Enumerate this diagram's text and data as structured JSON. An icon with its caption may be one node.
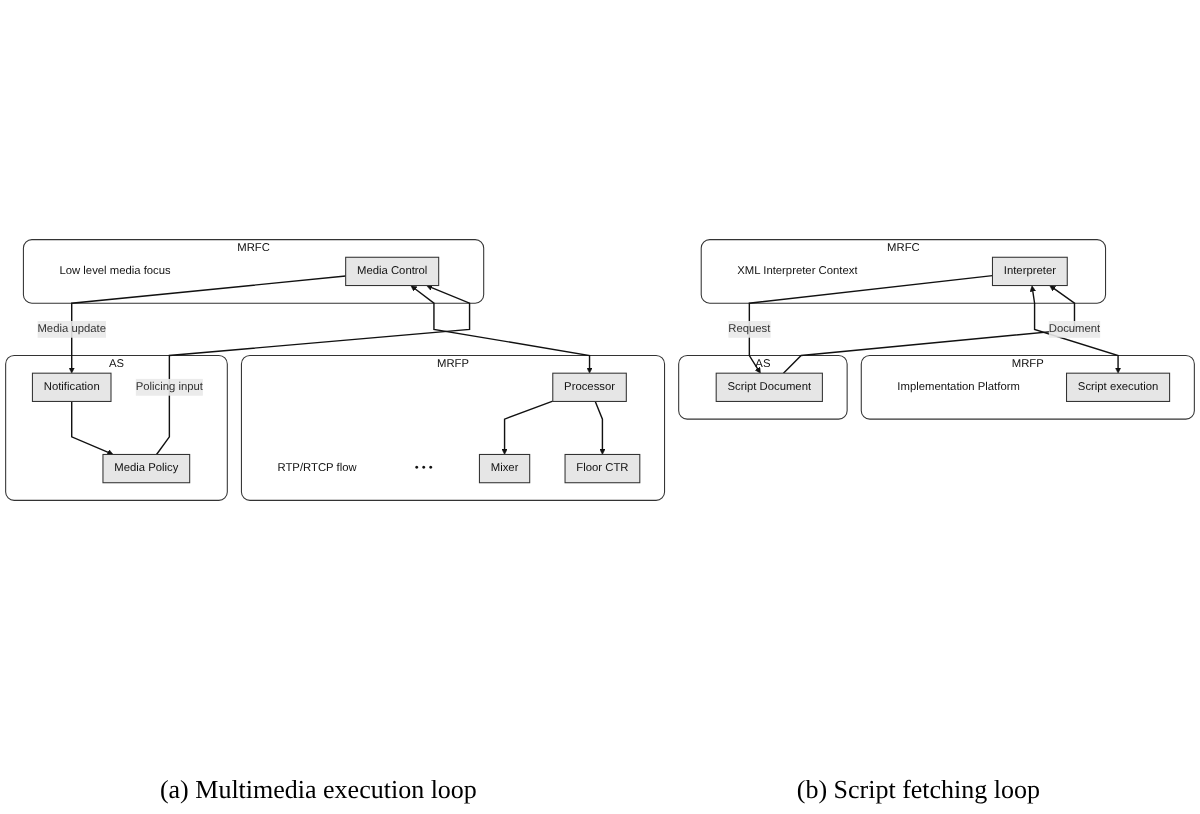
{
  "diagram": {
    "nodes": [
      {
        "text": [
          "AS"
        ]
      },
      {
        "text": [
          "Notification"
        ],
        "in": 0
      },
      {
        "text": [
          "Media Policy"
        ],
        "in": 0
      },
      {
        "text": [
          "MRFC",
          "Low level media focus"
        ]
      },
      {
        "text": [
          "Media Control"
        ],
        "in": 3
      },
      {
        "text": [
          "MRFP",
          "RTP/RTCP flow",
          "• • •"
        ]
      },
      {
        "text": [
          "Processor"
        ],
        "in": 5
      },
      {
        "text": [
          "Mixer"
        ],
        "in": 5
      },
      {
        "text": [
          "Floor CTR"
        ],
        "in": 5
      },
      {
        "text": [
          "AS"
        ]
      },
      {
        "text": [
          "Script Document"
        ],
        "in": 9
      },
      {
        "text": [
          "MRFC",
          "XML Interpreter Context"
        ]
      },
      {
        "text": [
          "Interpreter"
        ],
        "in": 11
      },
      {
        "text": [
          "MRFP",
          "Implementation Platform"
        ]
      },
      {
        "text": [
          "Script execution"
        ],
        "in": 13
      }
    ],
    "edges": [
      {
        "from": 1,
        "to": 2,
        "arrow": "to"
      },
      {
        "from": 2,
        "to": 4,
        "arrow": "to",
        "label": "Policing input"
      },
      {
        "from": 4,
        "to": 1,
        "arrow": "to",
        "label": "Media update"
      },
      {
        "from": 4,
        "to": 6,
        "arrow": "both"
      },
      {
        "from": 6,
        "to": 7,
        "arrow": "to"
      },
      {
        "from": 6,
        "to": 8,
        "arrow": "to"
      },
      {
        "from": 12,
        "to": 10,
        "arrow": "to",
        "label": "Request"
      },
      {
        "from": 10,
        "to": 12,
        "arrow": "to",
        "label": "Document"
      },
      {
        "from": 12,
        "to": 14,
        "arrow": "both"
      }
    ],
    "labels": [
      "(a) Multimedia execution loop",
      "(b) Script fetching loop"
    ]
  }
}
